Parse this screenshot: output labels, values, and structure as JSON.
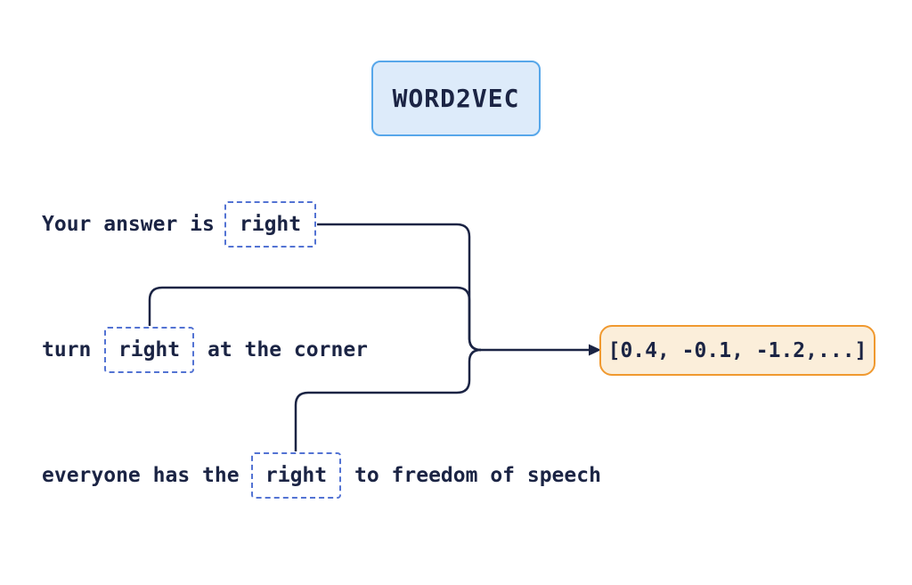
{
  "title": "WORD2VEC",
  "sentences": [
    {
      "pre": "Your answer is",
      "word": "right",
      "post": ""
    },
    {
      "pre": "turn",
      "word": "right",
      "post": "at the corner"
    },
    {
      "pre": "everyone has the",
      "word": "right",
      "post": "to freedom of speech"
    }
  ],
  "vector": {
    "value": "[0.4, -0.1, -1.2,...]"
  },
  "colors": {
    "navy": "#1b2444",
    "dash_blue": "#5373d3",
    "title_fill": "#ddebfa",
    "title_border": "#57a7ea",
    "vector_fill": "#fbeeda",
    "vector_border": "#f0992f",
    "background": "#ffffff"
  }
}
